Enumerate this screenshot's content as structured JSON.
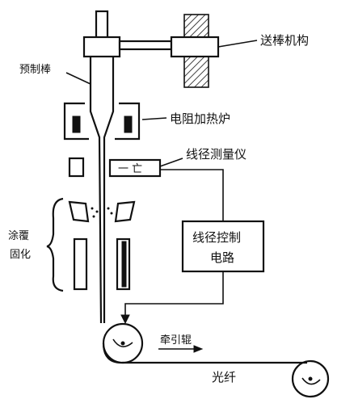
{
  "labels": {
    "preform": "预制棒",
    "feed_mechanism": "送棒机构",
    "furnace": "电阻加热炉",
    "gauge": "线径测量仪",
    "controller_line1": "线径控制",
    "controller_line2": "电路",
    "coating_line1": "涂覆",
    "coating_line2": "固化",
    "capstan": "牵引辊",
    "fiber": "光纤",
    "gauge_symbol": "一 亡"
  }
}
